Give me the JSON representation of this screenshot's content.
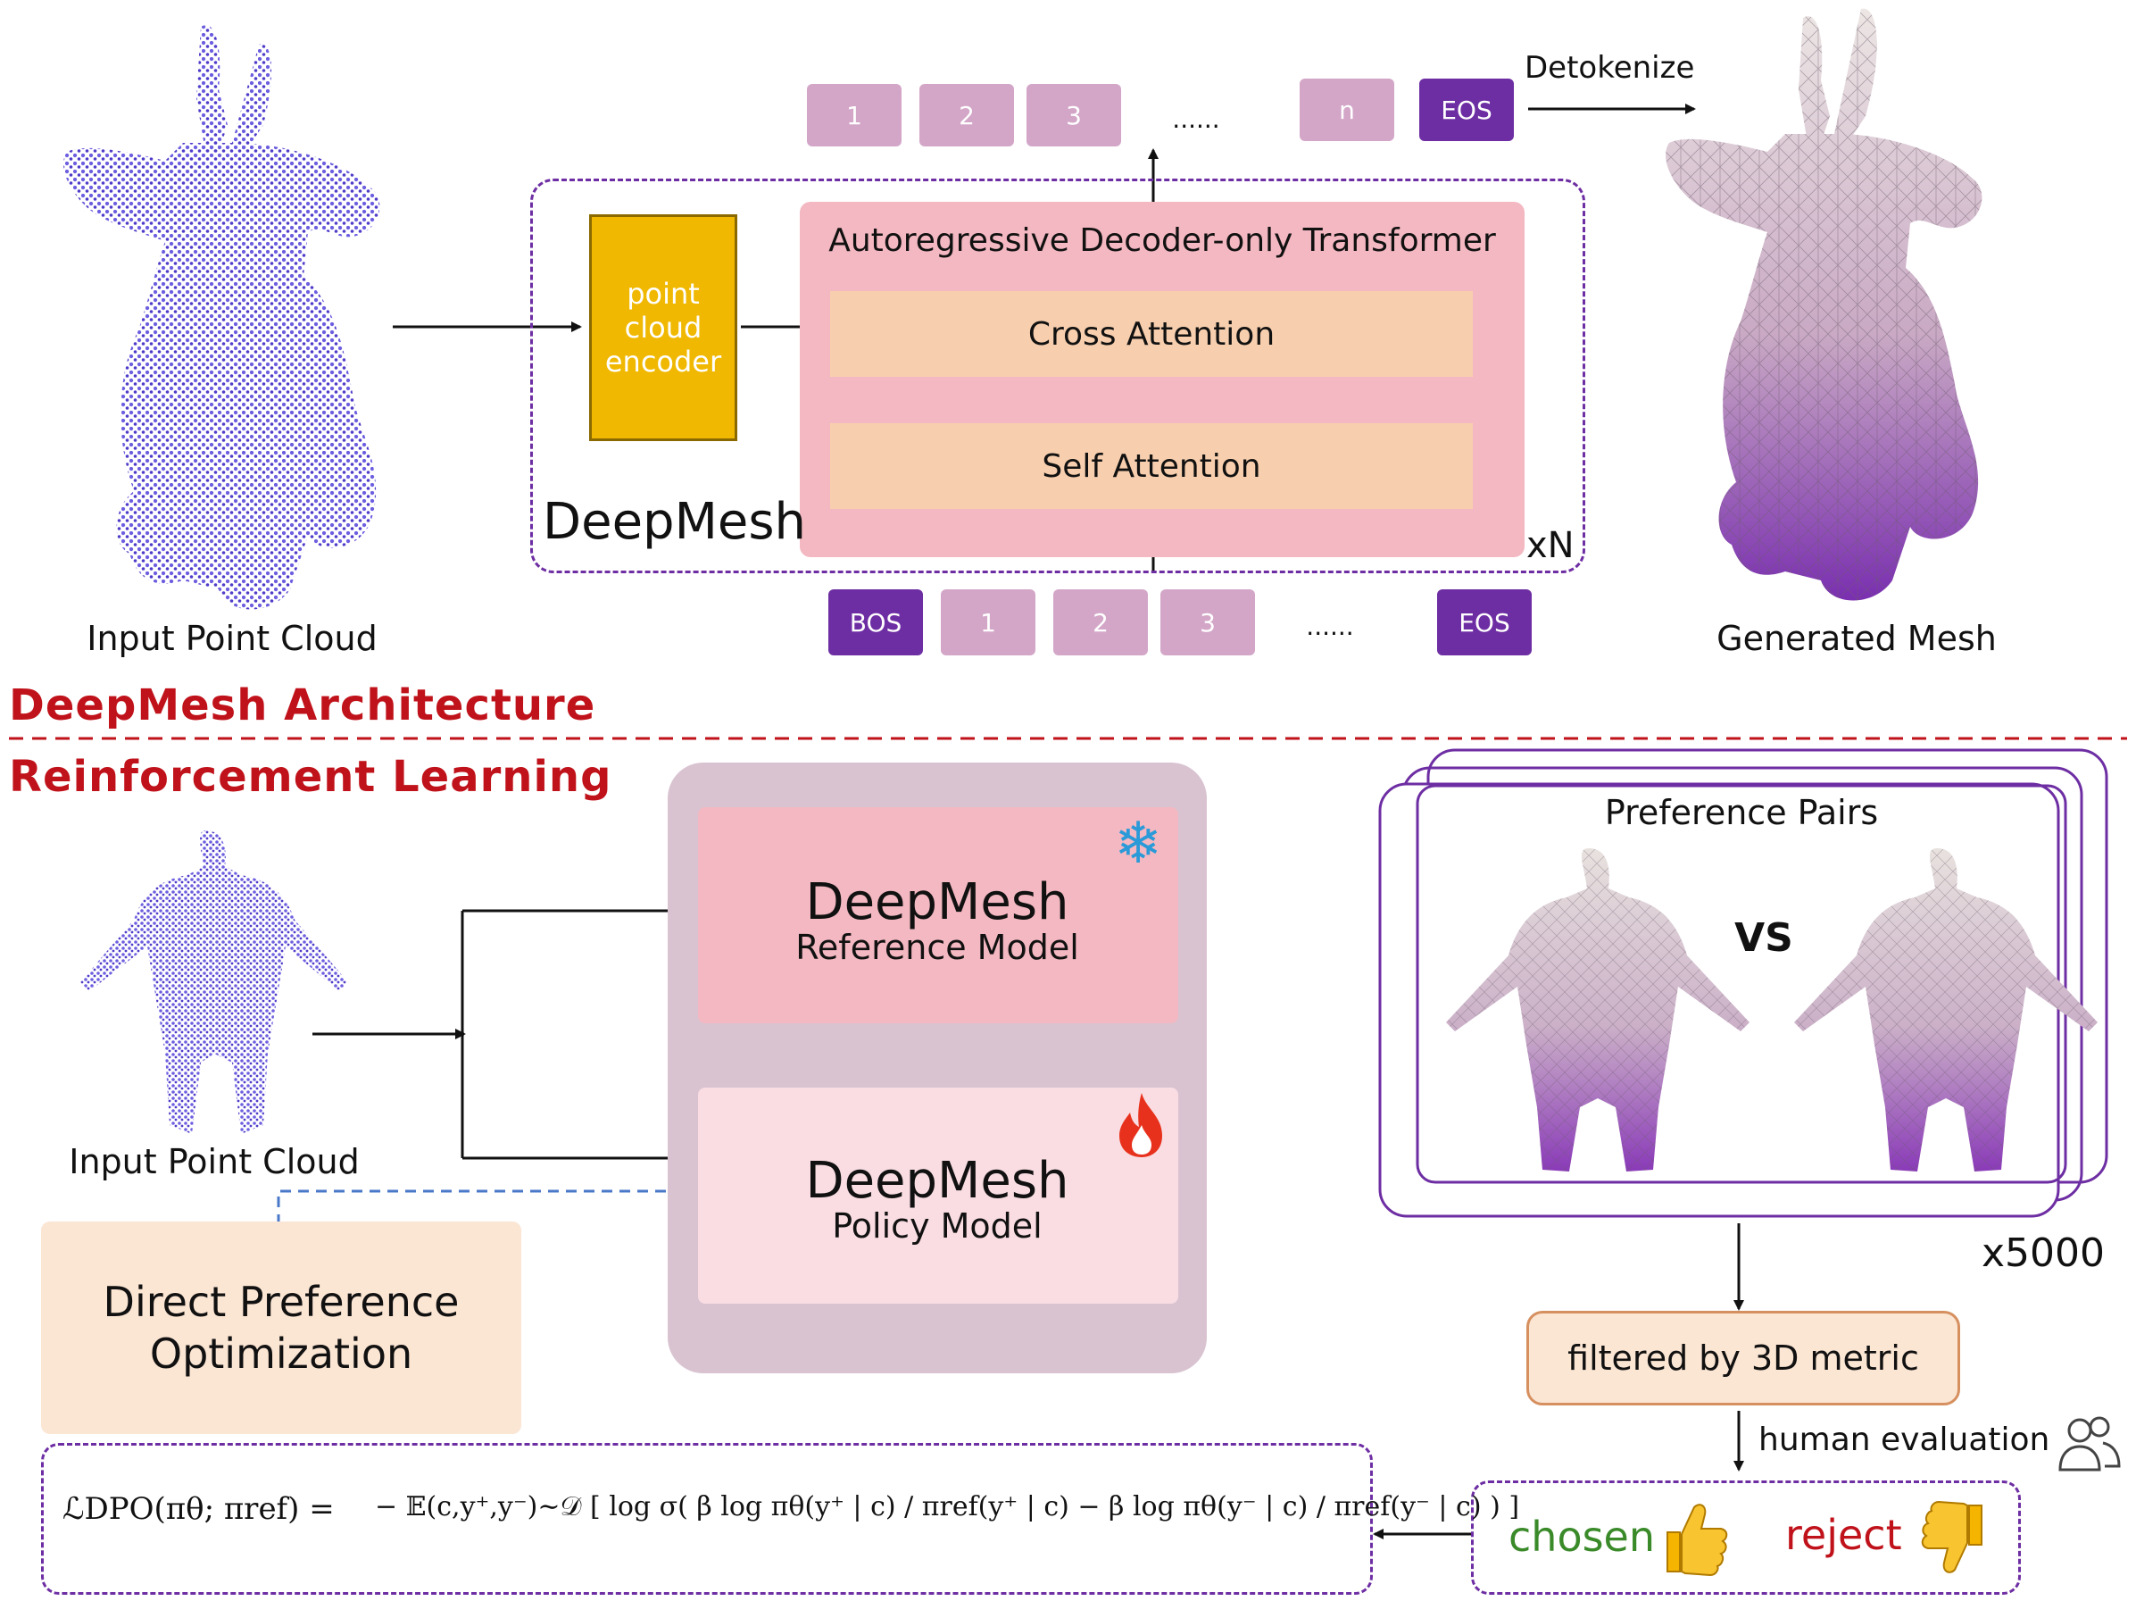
{
  "architecture": {
    "section_title": "DeepMesh Architecture",
    "input_label": "Input Point Cloud",
    "output_label": "Generated Mesh",
    "encoder_label": "point cloud encoder",
    "transformer_title": "Autoregressive Decoder-only Transformer",
    "cross_attention": "Cross Attention",
    "self_attention": "Self Attention",
    "model_name": "DeepMesh",
    "repeat_label": "xN",
    "detokenize_label": "Detokenize",
    "output_tokens": [
      "1",
      "2",
      "3",
      "......",
      "n",
      "EOS"
    ],
    "input_tokens": [
      "BOS",
      "1",
      "2",
      "3",
      "......",
      "EOS"
    ]
  },
  "rl": {
    "section_title": "Reinforcement Learning",
    "input_label": "Input Point Cloud",
    "reference_model": {
      "name": "DeepMesh",
      "subtitle": "Reference Model",
      "icon": "snowflake-icon"
    },
    "policy_model": {
      "name": "DeepMesh",
      "subtitle": "Policy Model",
      "icon": "fire-icon"
    },
    "dpo_label": "Direct Preference Optimization",
    "preference_pairs_label": "Preference Pairs",
    "vs_label": "VS",
    "count_label": "x5000",
    "filter_label": "filtered by 3D metric",
    "human_eval_label": "human evaluation",
    "chosen_label": "chosen",
    "reject_label": "reject",
    "formula_lhs": "ℒDPO(πθ; πref) =",
    "formula_rhs": "− 𝔼(c,y⁺,y⁻)∼𝒟 [ log σ( β log πθ(y⁺ | c) / πref(y⁺ | c) − β log πθ(y⁻ | c) / πref(y⁻ | c) ) ]"
  },
  "colors": {
    "accent_purple": "#6e2ea3",
    "token_light": "#d3a6c8",
    "encoder_yellow": "#f0b800",
    "transformer_pink": "#f3b8c1",
    "attention_peach": "#f8cfae",
    "section_red": "#c0121a",
    "container_mauve": "#d9c3d1",
    "dpo_box": "#fbe5d3",
    "chosen_green": "#3a8a2a",
    "reject_red": "#c0121a",
    "arrow_blue": "#4a78c8"
  }
}
